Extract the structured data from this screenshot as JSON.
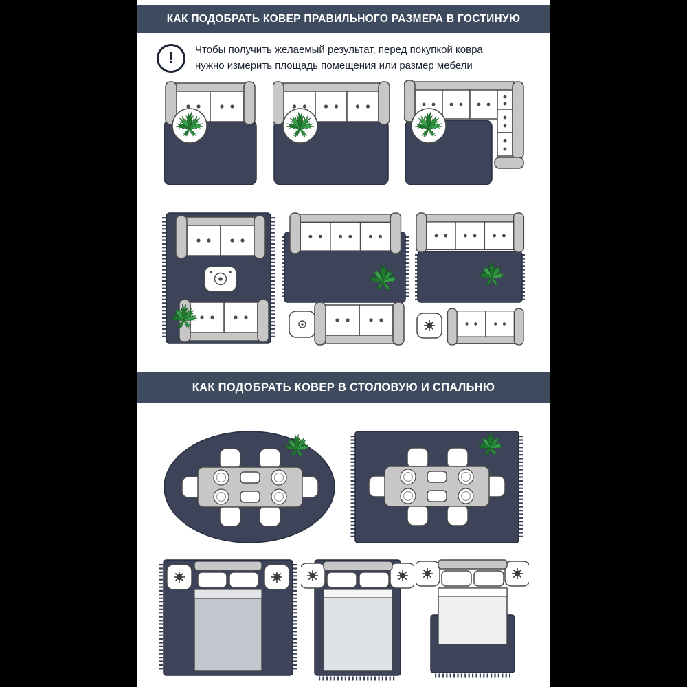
{
  "banners": {
    "living": "КАК ПОДОБРАТЬ КОВЕР ПРАВИЛЬНОГО РАЗМЕРА В ГОСТИНУЮ",
    "dining_bedroom": "КАК ПОДОБРАТЬ КОВЕР В СТОЛОВУЮ И СПАЛЬНЮ"
  },
  "note": {
    "mark": "!",
    "line1": "Чтобы получить желаемый результат, перед покупкой ковра",
    "line2": "нужно измерить площадь помещения или размер мебели"
  },
  "colors": {
    "banner_bg": "#3e4a5e",
    "rug_navy": "#3d4459",
    "furniture_gray": "#c7c7c7",
    "outline_gray": "#4a4a4a",
    "plant_green": "#2c8f3c",
    "side_bars": "#000000",
    "content_bg": "#ffffff",
    "text": "#1c2433"
  }
}
